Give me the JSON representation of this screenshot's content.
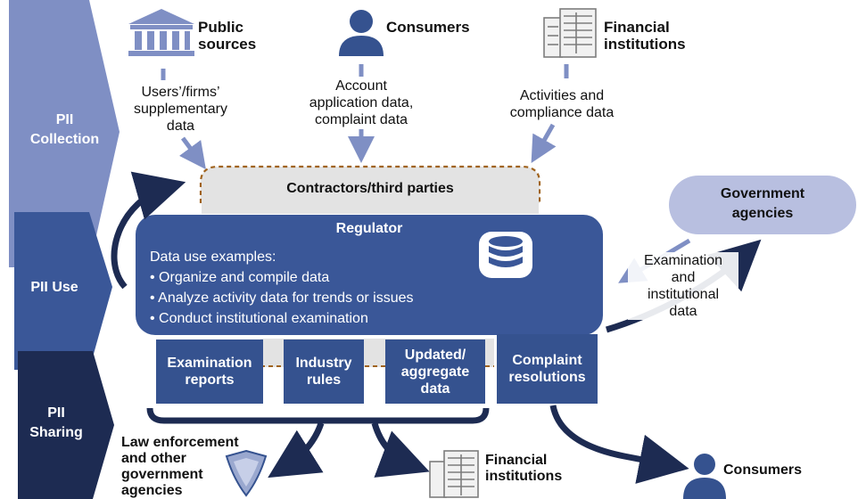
{
  "stages": {
    "collection": "PII\nCollection",
    "use": "PII Use",
    "sharing": "PII\nSharing"
  },
  "sources": {
    "public": "Public\nsources",
    "consumers": "Consumers",
    "financial": "Financial\ninstitutions"
  },
  "flows": {
    "public": "Users’/firms’\nsupplementary\ndata",
    "consumers": "Account\napplication data,\ncomplaint data",
    "financial": "Activities and\ncompliance data",
    "government": "Examination\nand\ninstitutional\ndata"
  },
  "contractors": "Contractors/third parties",
  "regulator": {
    "title": "Regulator",
    "uses_heading": "Data use examples:",
    "uses": [
      "• Organize and compile data",
      "• Analyze activity data for trends or issues",
      "• Conduct institutional examination"
    ]
  },
  "government": "Government\nagencies",
  "outputs": [
    "Examination\nreports",
    "Industry\nrules",
    "Updated/\naggregate\ndata",
    "Complaint\nresolutions"
  ],
  "recipients": {
    "law": "Law enforcement\nand other\ngovernment\nagencies",
    "financial": "Financial\ninstitutions",
    "consumers": "Consumers"
  },
  "colors": {
    "collection": "#7f8fc4",
    "use": "#3a5798",
    "sharing": "#1d2b52",
    "box": "#35528f",
    "contractors": "#e3e3e3",
    "government": "#b8bfe0"
  }
}
